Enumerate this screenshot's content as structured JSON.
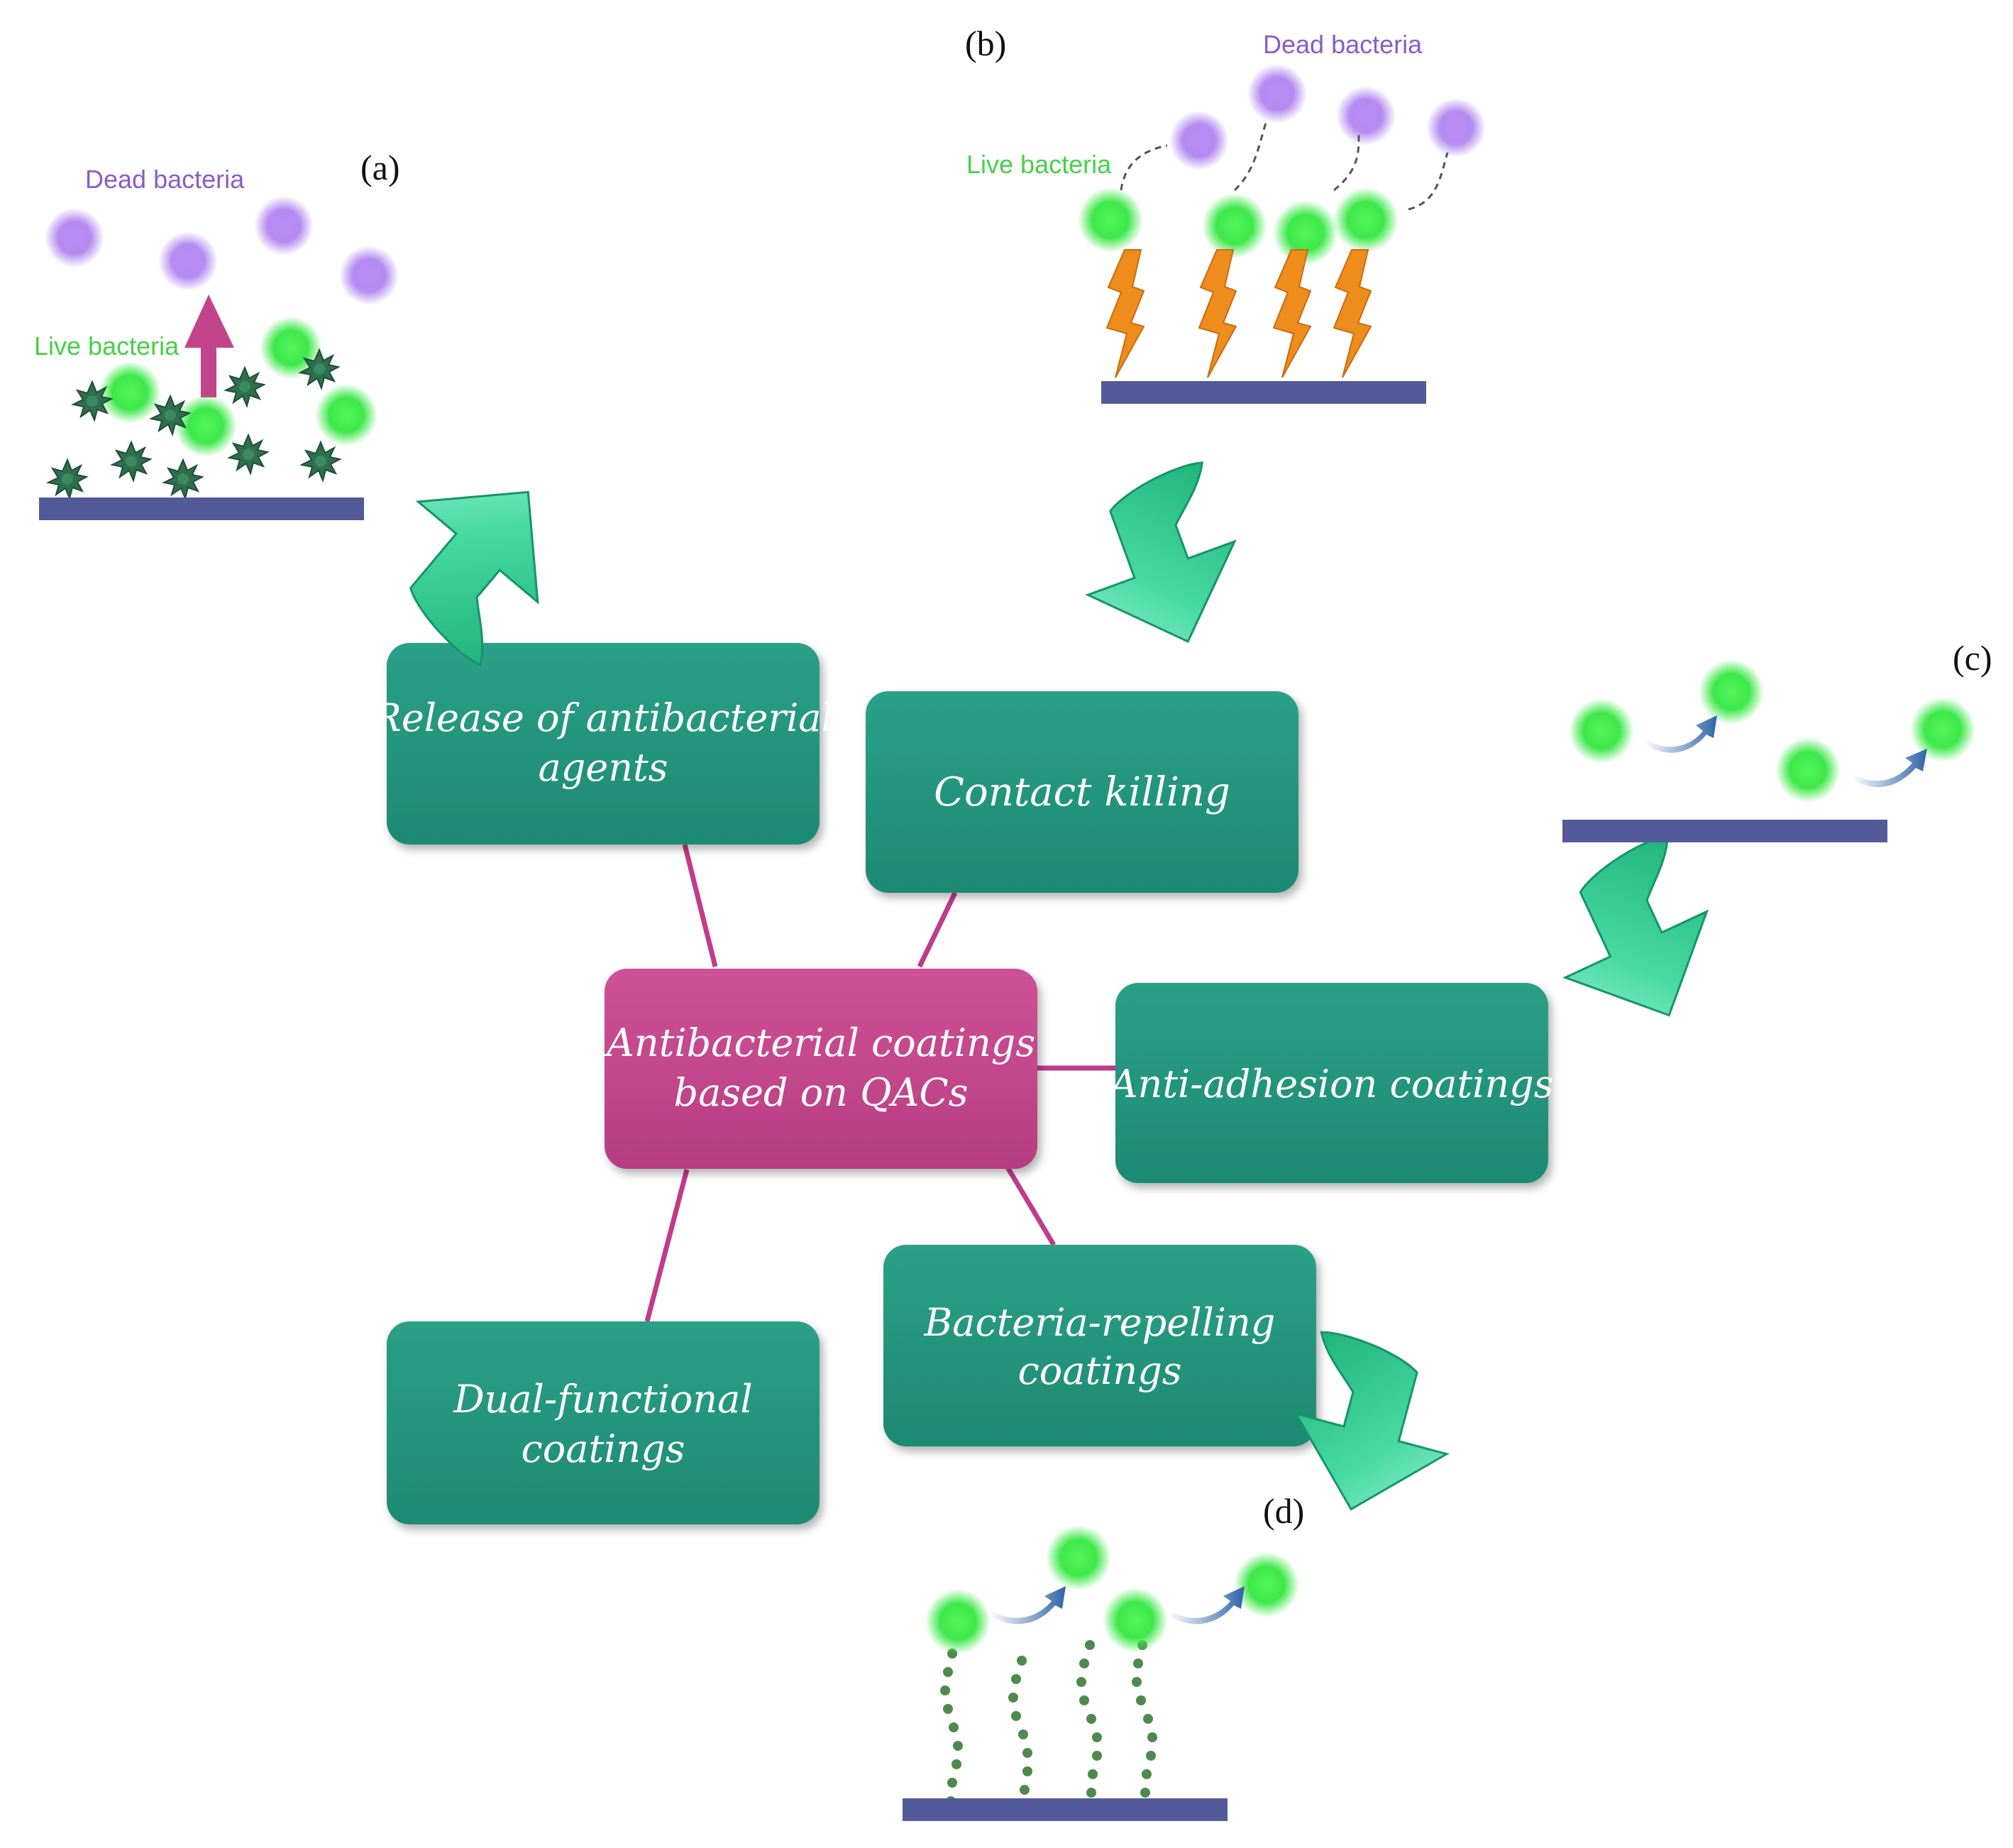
{
  "center": {
    "line1": "Antibacterial coatings",
    "line2": "based on QACs"
  },
  "boxes": {
    "release": {
      "line1": "Release of antibacterial",
      "line2": "agents"
    },
    "contact": {
      "line1": "Contact killing"
    },
    "anti_adhesion": {
      "line1": "Anti-adhesion coatings"
    },
    "repelling": {
      "line1": "Bacteria-repelling",
      "line2": "coatings"
    },
    "dual": {
      "line1": "Dual-functional",
      "line2": "coatings"
    }
  },
  "panels": {
    "a": {
      "label": "(a)",
      "dead": "Dead bacteria",
      "live": "Live bacteria"
    },
    "b": {
      "label": "(b)",
      "dead": "Dead bacteria",
      "live": "Live bacteria"
    },
    "c": {
      "label": "(c)"
    },
    "d": {
      "label": "(d)"
    }
  },
  "colors": {
    "box_teal": "#23907a",
    "center_magenta": "#c2448a",
    "connector": "#c03b8a",
    "substrate": "#535a9a",
    "live": "#3ee84a",
    "dead": "#b48bf0",
    "dead_label": "#8a5cc8",
    "live_label": "#46d046",
    "spark": "#ee8c1c",
    "big_arrow": "#3fd49c",
    "small_arrow": "#3a6fb0",
    "star": "#2f6e4e",
    "brush": "#4e8a4e"
  }
}
